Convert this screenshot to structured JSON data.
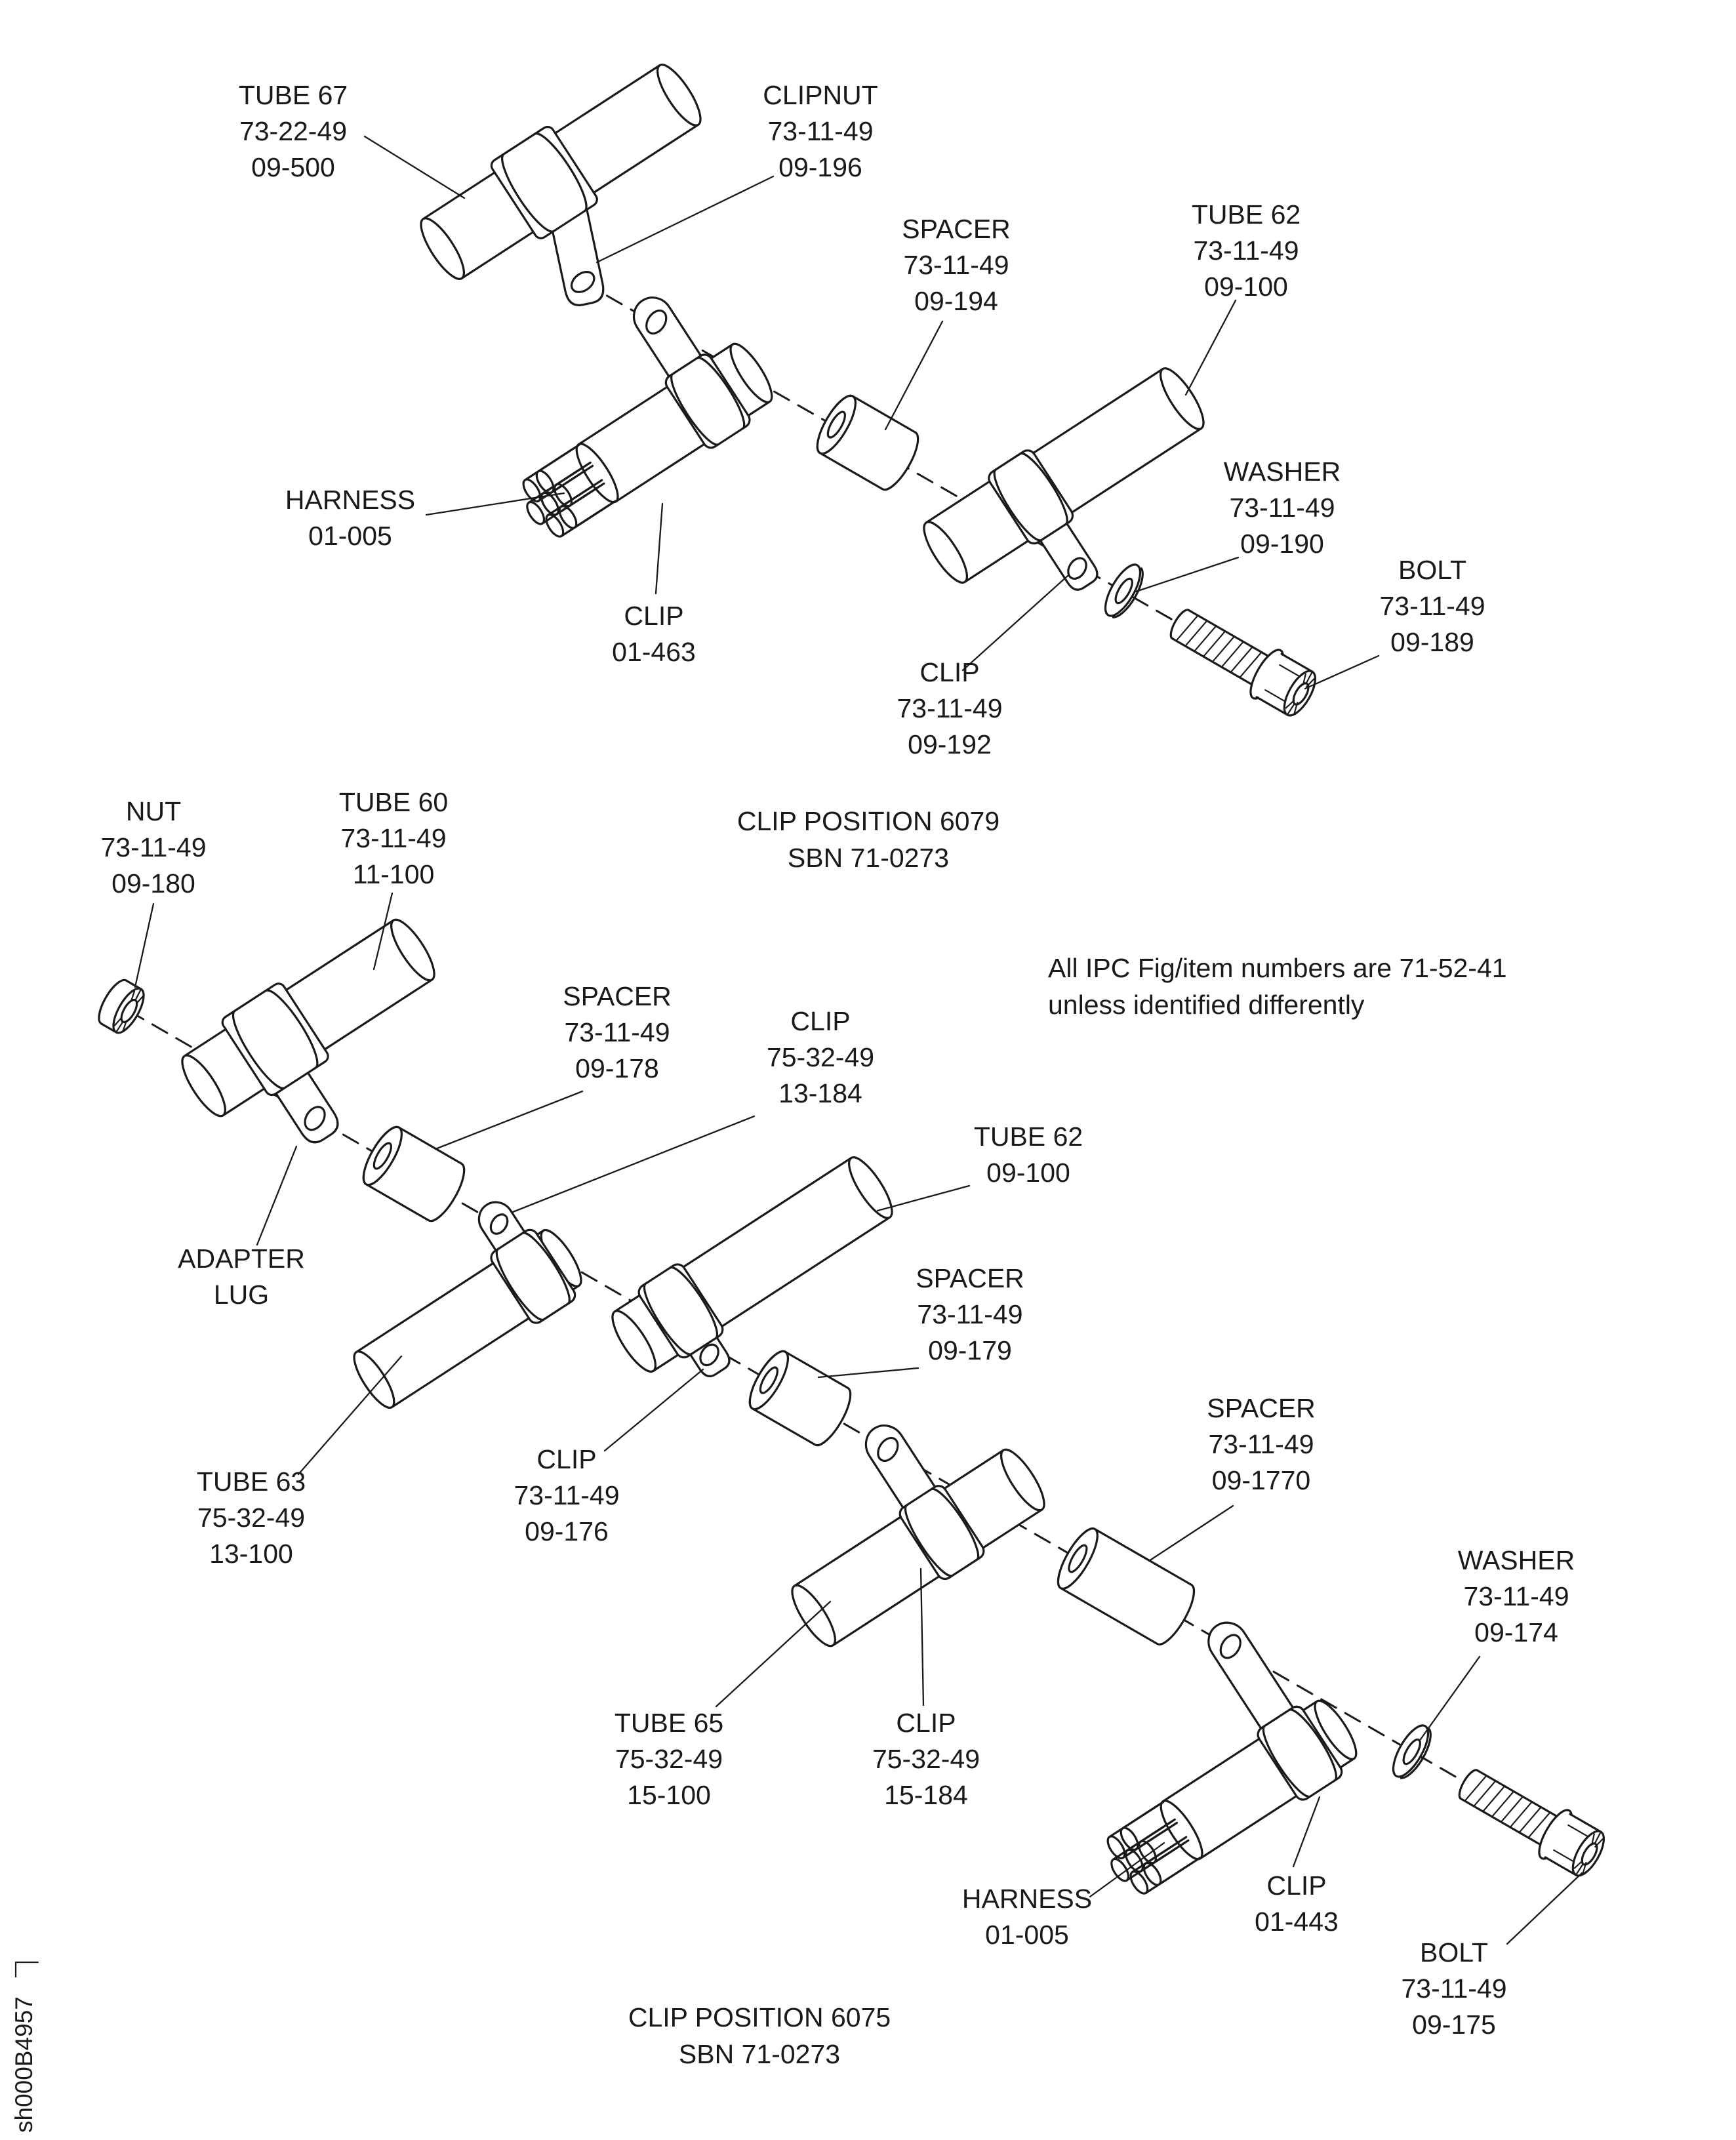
{
  "page": {
    "background": "#ffffff",
    "ink": "#1a1a1a",
    "sheet_code": "sh000B4957"
  },
  "note": {
    "line1": "All IPC Fig/item numbers are 71-52-41",
    "line2": "unless identified differently"
  },
  "captions": {
    "top": {
      "line1": "CLIP POSITION 6079",
      "line2": "SBN 71-0273"
    },
    "bottom": {
      "line1": "CLIP POSITION 6075",
      "line2": "SBN 71-0273"
    }
  },
  "labels": [
    {
      "id": "tube-67",
      "lines": [
        "TUBE 67",
        "73-22-49",
        "09-500"
      ]
    },
    {
      "id": "clipnut",
      "lines": [
        "CLIPNUT",
        "73-11-49",
        "09-196"
      ]
    },
    {
      "id": "spacer-09-194",
      "lines": [
        "SPACER",
        "73-11-49",
        "09-194"
      ]
    },
    {
      "id": "tube-62-top",
      "lines": [
        "TUBE 62",
        "73-11-49",
        "09-100"
      ]
    },
    {
      "id": "harness-top",
      "lines": [
        "HARNESS",
        "01-005"
      ]
    },
    {
      "id": "clip-01-463",
      "lines": [
        "CLIP",
        "01-463"
      ]
    },
    {
      "id": "washer-09-190",
      "lines": [
        "WASHER",
        "73-11-49",
        "09-190"
      ]
    },
    {
      "id": "bolt-09-189",
      "lines": [
        "BOLT",
        "73-11-49",
        "09-189"
      ]
    },
    {
      "id": "clip-09-192",
      "lines": [
        "CLIP",
        "73-11-49",
        "09-192"
      ]
    },
    {
      "id": "nut-09-180",
      "lines": [
        "NUT",
        "73-11-49",
        "09-180"
      ]
    },
    {
      "id": "tube-60",
      "lines": [
        "TUBE 60",
        "73-11-49",
        "11-100"
      ]
    },
    {
      "id": "spacer-09-178",
      "lines": [
        "SPACER",
        "73-11-49",
        "09-178"
      ]
    },
    {
      "id": "clip-13-184",
      "lines": [
        "CLIP",
        "75-32-49",
        "13-184"
      ]
    },
    {
      "id": "tube-62-bottom",
      "lines": [
        "TUBE 62",
        "09-100"
      ]
    },
    {
      "id": "adapter-lug",
      "lines": [
        "ADAPTER",
        "LUG"
      ]
    },
    {
      "id": "spacer-09-179",
      "lines": [
        "SPACER",
        "73-11-49",
        "09-179"
      ]
    },
    {
      "id": "spacer-09-1770",
      "lines": [
        "SPACER",
        "73-11-49",
        "09-1770"
      ]
    },
    {
      "id": "tube-63",
      "lines": [
        "TUBE 63",
        "75-32-49",
        "13-100"
      ]
    },
    {
      "id": "clip-09-176",
      "lines": [
        "CLIP",
        "73-11-49",
        "09-176"
      ]
    },
    {
      "id": "washer-09-174",
      "lines": [
        "WASHER",
        "73-11-49",
        "09-174"
      ]
    },
    {
      "id": "tube-65",
      "lines": [
        "TUBE 65",
        "75-32-49",
        "15-100"
      ]
    },
    {
      "id": "clip-15-184",
      "lines": [
        "CLIP",
        "75-32-49",
        "15-184"
      ]
    },
    {
      "id": "harness-bottom",
      "lines": [
        "HARNESS",
        "01-005"
      ]
    },
    {
      "id": "clip-01-443",
      "lines": [
        "CLIP",
        "01-443"
      ]
    },
    {
      "id": "bolt-09-175",
      "lines": [
        "BOLT",
        "73-11-49",
        "09-175"
      ]
    }
  ]
}
